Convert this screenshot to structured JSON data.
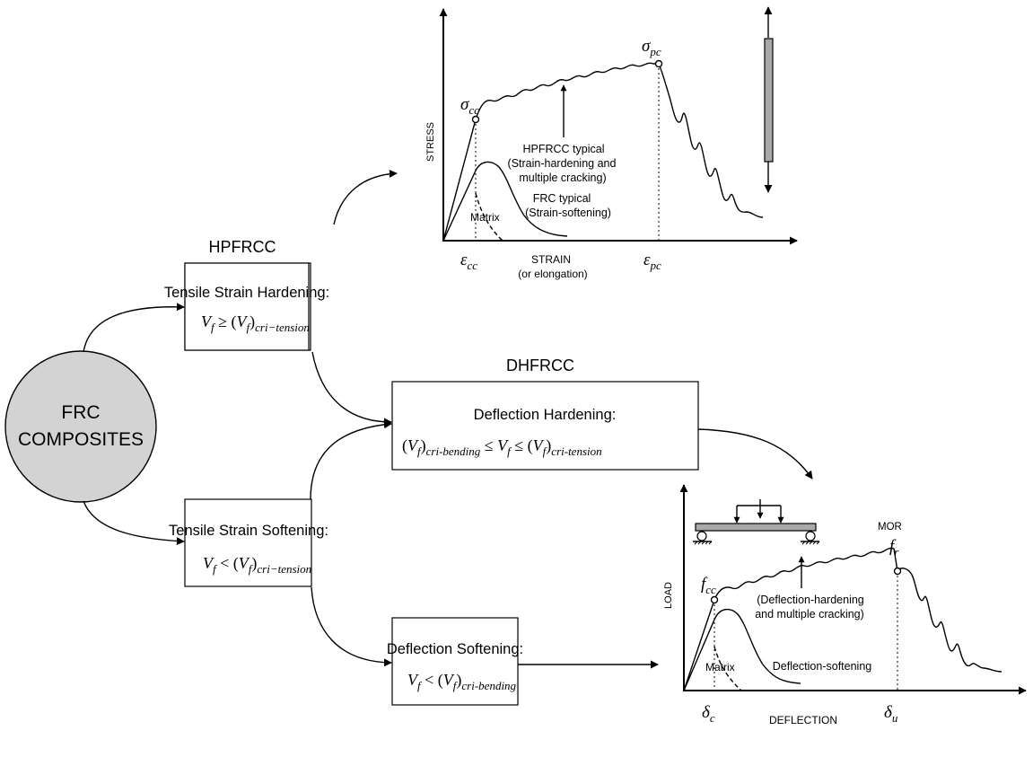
{
  "circle": {
    "line1": "FRC",
    "line2": "COMPOSITES",
    "fill": "#d3d3d3"
  },
  "labels": {
    "hpfrcc": "HPFRCC",
    "dhfrcc": "DHFRCC"
  },
  "boxes": {
    "tensile_hardening": {
      "title": "Tensile Strain Hardening:",
      "formula": "V_f ≥ (V_f)_cri−tension"
    },
    "deflection_hardening": {
      "title": "Deflection Hardening:",
      "formula": "(V_f)_cri-bending ≤ V_f ≤ (V_f)_cri-tension"
    },
    "tensile_softening": {
      "title": "Tensile Strain Softening:",
      "formula": "V_f < (V_f)_cri−tension"
    },
    "deflection_softening": {
      "title": "Deflection Softening:",
      "formula": "V_f < (V_f)_cri-bending"
    }
  },
  "top_chart": {
    "ylabel": "STRESS",
    "xlabel": "STRAIN",
    "xlabel_sub": "(or elongation)",
    "sigma_cc": "σcc",
    "sigma_pc": "σpc",
    "eps_cc": "εcc",
    "eps_pc": "εpc",
    "hard_1": "HPFRCC typical",
    "hard_2": "(Strain-hardening and",
    "hard_3": "multiple cracking)",
    "soft_1": "FRC typical",
    "soft_2": "(Strain-softening)",
    "matrix": "Matrix"
  },
  "bottom_chart": {
    "ylabel": "LOAD",
    "xlabel": "DEFLECTION",
    "mor": "MOR",
    "f_r": "fr",
    "f_cc": "fcc",
    "delta_c": "δc",
    "delta_u": "δu",
    "hard_1": "(Deflection-hardening",
    "hard_2": "and multiple cracking)",
    "soft": "Deflection-softening",
    "matrix": "Matrix"
  }
}
